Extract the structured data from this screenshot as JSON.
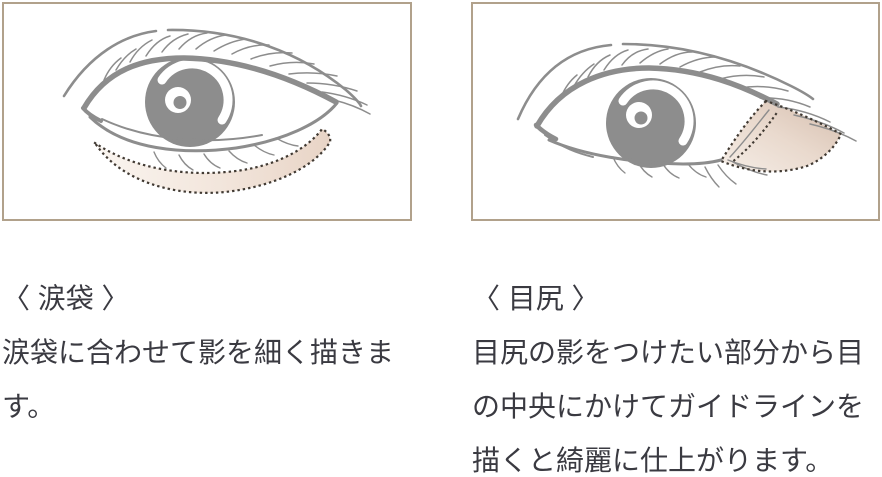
{
  "page": {
    "background": "#ffffff",
    "description": "Eye makeup instruction infographic with two framed eye illustrations and Japanese captions"
  },
  "colors": {
    "frame_border": "#b1a18b",
    "illustration_gray": "#8d8d8d",
    "shade_gradient_light": "#faf5f0",
    "shade_gradient_dark": "#d5bdad",
    "dotted_outline": "#413a33",
    "caption_text": "#3a3a41"
  },
  "panels": [
    {
      "id": "tear-bag",
      "illustration_alt": "eye illustration with dotted shaded crescent under the lower lid (tear bag area)",
      "heading": "〈 涙袋 〉",
      "body_lines": [
        "涙袋に合わせて影を細く描きま",
        "す。"
      ]
    },
    {
      "id": "outer-corner",
      "illustration_alt": "eye illustration with dotted shaded wedge at the outer corner and a dotted guideline toward the eye center",
      "heading": "〈 目尻 〉",
      "body_lines": [
        "目尻の影をつけたい部分から目",
        "の中央にかけてガイドラインを",
        "描くと綺麗に仕上がります。"
      ]
    }
  ]
}
